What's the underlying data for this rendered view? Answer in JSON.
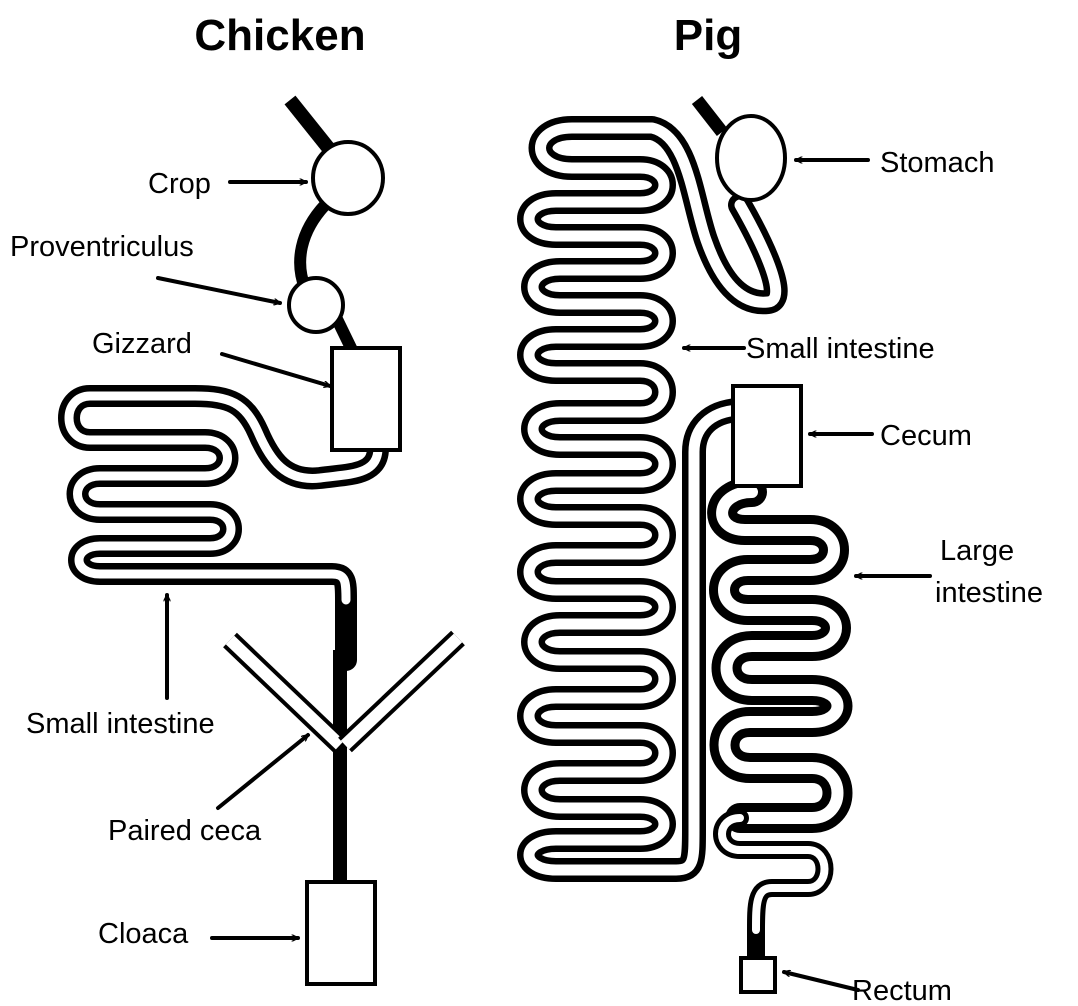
{
  "titles": {
    "chicken": "Chicken",
    "pig": "Pig"
  },
  "chicken": {
    "labels": {
      "crop": "Crop",
      "proventriculus": "Proventriculus",
      "gizzard": "Gizzard",
      "small_intestine": "Small intestine",
      "paired_ceca": "Paired ceca",
      "cloaca": "Cloaca"
    }
  },
  "pig": {
    "labels": {
      "stomach": "Stomach",
      "small_intestine": "Small intestine",
      "cecum": "Cecum",
      "large_intestine_line1": "Large",
      "large_intestine_line2": "intestine",
      "rectum": "Rectum"
    }
  },
  "colors": {
    "ink": "#000000",
    "fill": "#ffffff"
  }
}
